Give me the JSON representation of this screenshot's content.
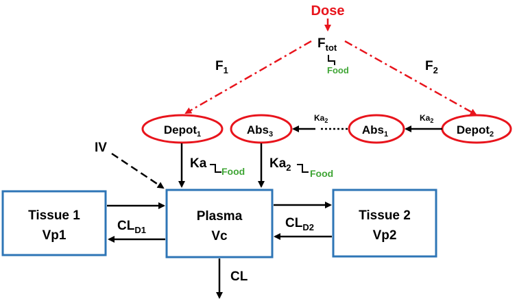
{
  "dose": {
    "label": "Dose"
  },
  "ftot": {
    "base": "F",
    "sub": "tot",
    "food": "Food"
  },
  "f1": {
    "base": "F",
    "sub": "1"
  },
  "f2": {
    "base": "F",
    "sub": "2"
  },
  "depot1": {
    "base": "Depot",
    "sub": "1"
  },
  "depot2": {
    "base": "Depot",
    "sub": "2"
  },
  "abs3": {
    "base": "Abs",
    "sub": "3"
  },
  "abs1": {
    "base": "Abs",
    "sub": "1"
  },
  "ka2_small_1": {
    "base": "Ka",
    "sub": "2"
  },
  "ka2_small_2": {
    "base": "Ka",
    "sub": "2"
  },
  "iv": {
    "label": "IV"
  },
  "ka": {
    "base": "Ka",
    "food": "Food"
  },
  "ka2": {
    "base": "Ka",
    "sub": "2",
    "food": "Food"
  },
  "tissue1": {
    "line1": "Tissue 1",
    "line2": "Vp1"
  },
  "plasma": {
    "line1": "Plasma",
    "line2": "Vc"
  },
  "tissue2": {
    "line1": "Tissue 2",
    "line2": "Vp2"
  },
  "cld1": {
    "base": "CL",
    "sub": "D1"
  },
  "cld2": {
    "base": "CL",
    "sub": "D2"
  },
  "cl": {
    "label": "CL"
  },
  "colors": {
    "red": "#e8141c",
    "blue": "#2e75b6",
    "green": "#3fa535",
    "black": "#000000"
  }
}
